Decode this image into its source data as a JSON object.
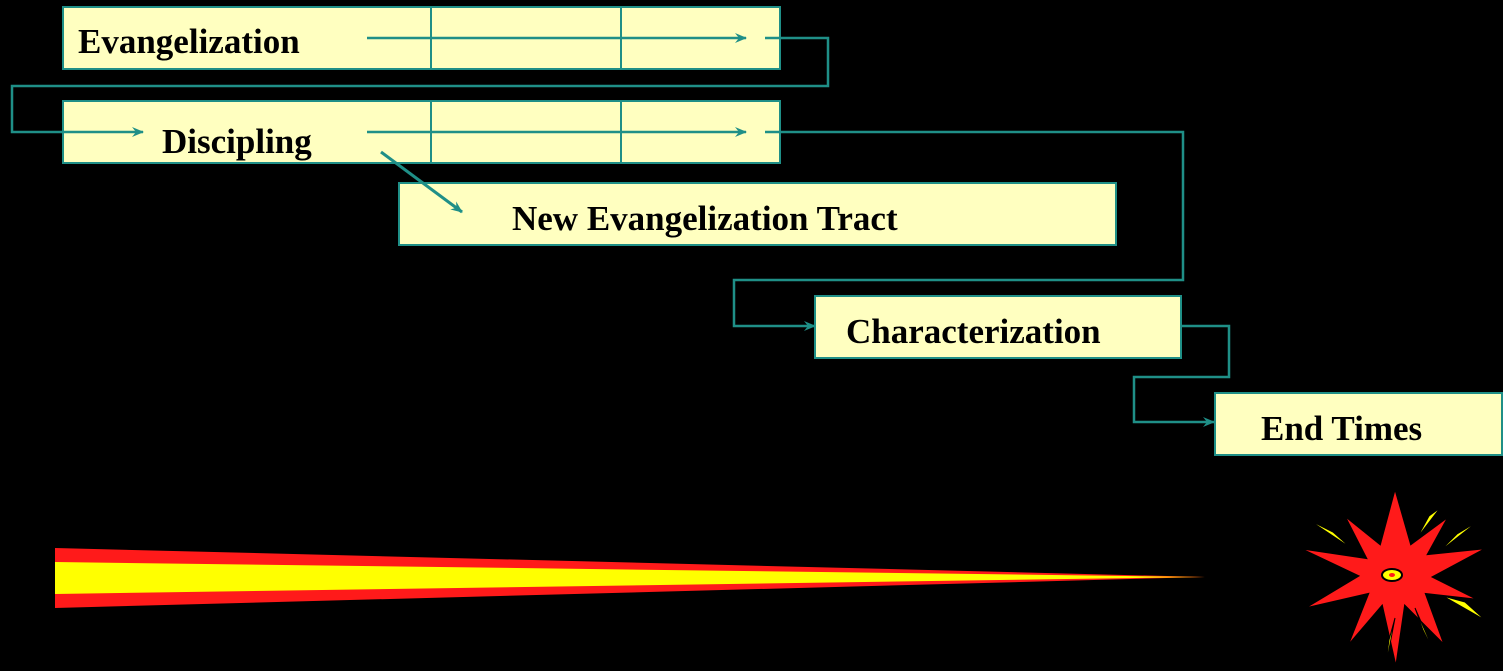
{
  "stages": [
    {
      "label": "Evangelization"
    },
    {
      "label": "Discipling"
    },
    {
      "label": "New Evangelization Tract"
    },
    {
      "label": "Characterization"
    },
    {
      "label": "End Times"
    }
  ],
  "colors": {
    "background": "#000000",
    "box_fill": "#ffffc0",
    "connector": "#1f8f87",
    "text": "#000000",
    "fuse_red": "#ff1a1a",
    "fuse_yellow": "#ffff00",
    "burst_red": "#ff1a1a",
    "burst_yellow": "#ffff00"
  },
  "icons": {
    "burst": "explosion-burst-icon",
    "fuse": "burning-fuse-icon"
  }
}
